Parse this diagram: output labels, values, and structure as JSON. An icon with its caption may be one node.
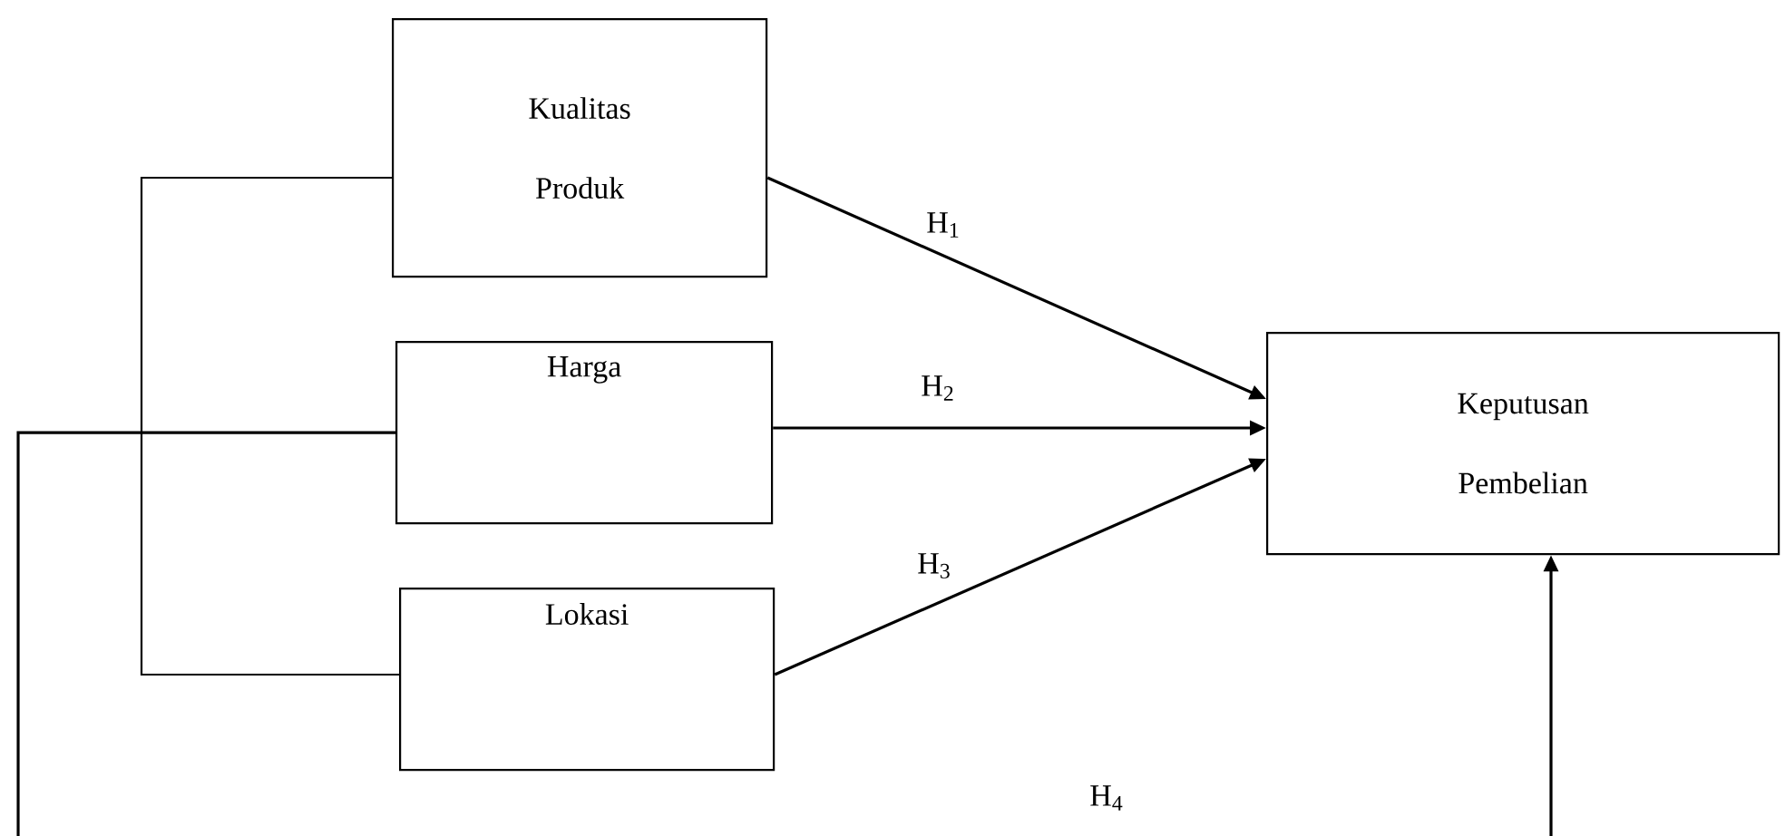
{
  "diagram": {
    "nodes": [
      {
        "text": [
          "Kualitas Produk"
        ]
      },
      {
        "text": [
          "Harga"
        ]
      },
      {
        "text": [
          "Lokasi"
        ]
      },
      {
        "text": [
          "Keputusan Pembelian"
        ]
      }
    ],
    "edges": [
      {
        "from": 0,
        "to": 3,
        "arrow": "to",
        "label": "H$_{1}$"
      },
      {
        "from": 1,
        "to": 3,
        "arrow": "to",
        "label": "H$_{2}$"
      },
      {
        "from": 2,
        "to": 3,
        "arrow": "to",
        "label": "H$_{3}$"
      },
      {
        "from": 1,
        "to": 3,
        "arrow": "to",
        "label": "H$_{4}$"
      },
      {
        "from": 0,
        "to": 2,
        "arrow": "none"
      }
    ]
  }
}
